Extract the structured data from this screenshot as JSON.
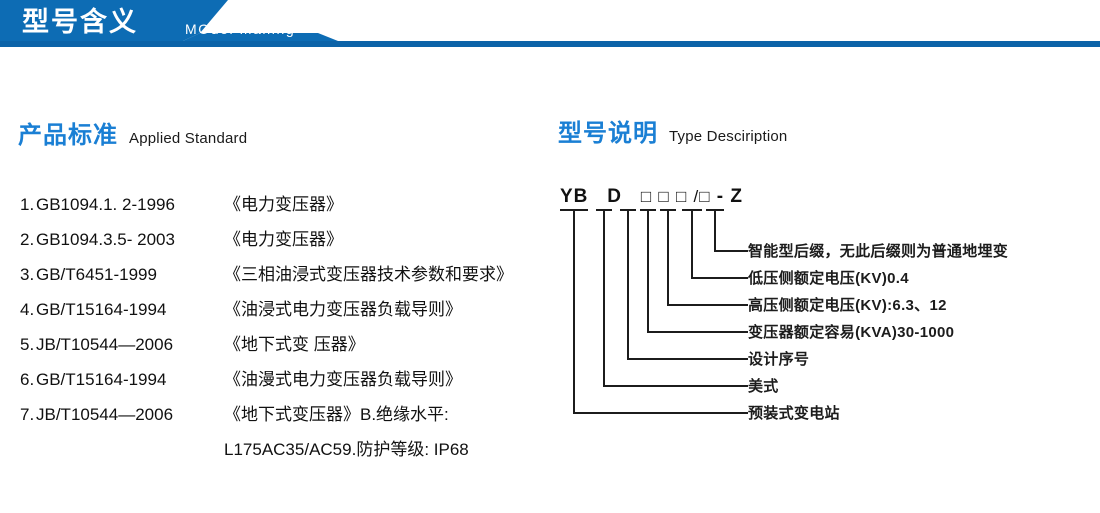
{
  "banner": {
    "title": "型号含义",
    "subtitle": "MOdel maning",
    "color": "#0d6cb4"
  },
  "standards_section": {
    "heading_cn": "产品标准",
    "heading_en": "Applied Standard",
    "heading_color": "#1a7fd4",
    "items": [
      {
        "num": "1.",
        "code": "GB1094.1. 2-1996",
        "name": "《电力变压器》"
      },
      {
        "num": "2.",
        "code": "GB1094.3.5- 2003",
        "name": "《电力变压器》"
      },
      {
        "num": "3.",
        "code": "GB/T6451-1999",
        "name": "《三相油浸式变压器技术参数和要求》"
      },
      {
        "num": "4.",
        "code": "GB/T15164-1994",
        "name": "《油浸式电力变压器负载导则》"
      },
      {
        "num": "5.",
        "code": "JB/T10544—2006",
        "name": "《地下式变 压器》"
      },
      {
        "num": "6.",
        "code": "GB/T15164-1994",
        "name": "《油漫式电力变压器负载导则》"
      },
      {
        "num": "7.",
        "code": "JB/T10544—2006",
        "name": "《地下式变压器》B.绝缘水平:"
      }
    ],
    "continuation": "L175AC35/AC59.防护等级: IP68"
  },
  "type_section": {
    "heading_cn": "型号说明",
    "heading_en": "Type Desciription",
    "heading_color": "#1a7fd4",
    "code": "YB D □□□/□ - Z",
    "code_segments": [
      {
        "text": "YB"
      },
      {
        "text": "D"
      },
      {
        "text": "□"
      },
      {
        "text": "□"
      },
      {
        "text": "□"
      },
      {
        "text": "/□"
      },
      {
        "text": "- Z"
      }
    ],
    "labels": [
      "智能型后缀，无此后缀则为普通地埋变",
      "低压侧额定电压(KV)0.4",
      "高压侧额定电压(KV):6.3、12",
      "变压器额定容易(KVA)30-1000",
      "设计序号",
      "美式",
      "预装式变电站"
    ]
  }
}
